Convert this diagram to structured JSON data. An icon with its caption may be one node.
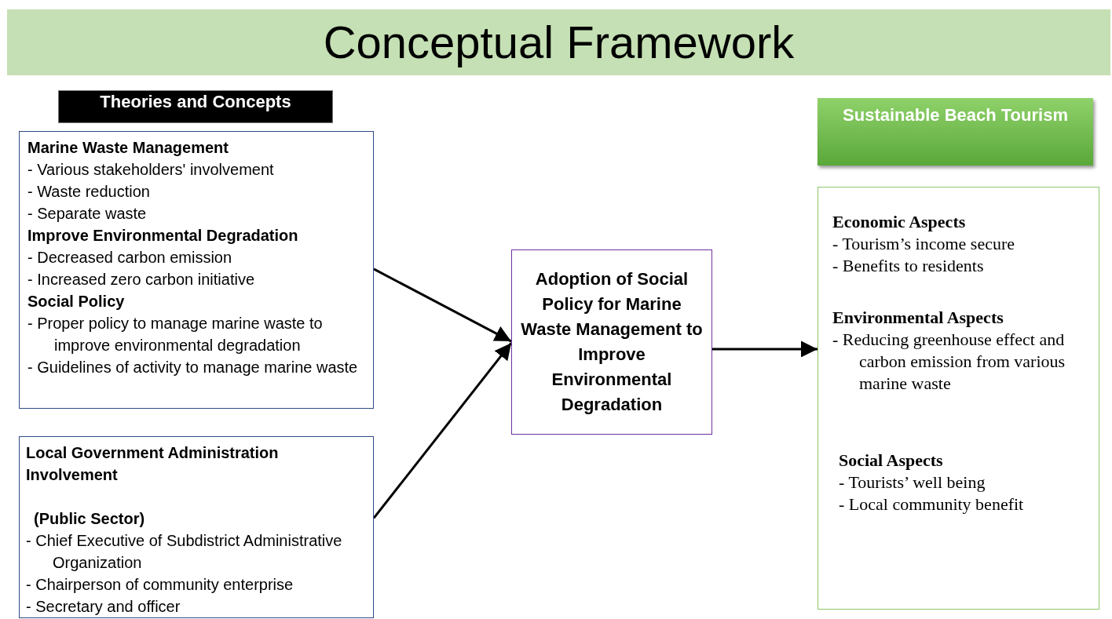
{
  "diagram": {
    "title": "Conceptual Framework",
    "nodes": [
      {
        "text": [
          "Theories and Concepts"
        ]
      },
      {
        "text": [
          "Marine Waste Management",
          "- Various stakeholders' involvement",
          "- Waste reduction",
          "- Separate waste",
          "Improve Environmental Degradation",
          "- Decreased carbon emission",
          "- Increased zero carbon initiative",
          "Social Policy",
          "- Proper policy to manage marine waste to improve environmental degradation",
          "- Guidelines of activity to manage marine waste"
        ]
      },
      {
        "text": [
          "Local Government Administration Involvement",
          "(Public Sector)",
          "- Chief Executive of Subdistrict Administrative Organization",
          "- Chairperson of community enterprise",
          "- Secretary and officer"
        ]
      },
      {
        "text": [
          "Adoption of Social Policy for Marine Waste Management to Improve Environmental Degradation"
        ]
      },
      {
        "text": [
          "Sustainable Beach Tourism"
        ]
      },
      {
        "text": [
          "Economic Aspects",
          "- Tourism’s income secure",
          "- Benefits to residents",
          "Environmental Aspects",
          "- Reducing greenhouse effect and carbon emission from various marine waste",
          "Social Aspects",
          "- Tourists’ well being",
          "- Local community benefit"
        ]
      }
    ],
    "edges": [
      {
        "from": 1,
        "to": 3,
        "arrow": "to"
      },
      {
        "from": 2,
        "to": 3,
        "arrow": "to"
      },
      {
        "from": 3,
        "to": 5,
        "arrow": "to"
      }
    ]
  }
}
